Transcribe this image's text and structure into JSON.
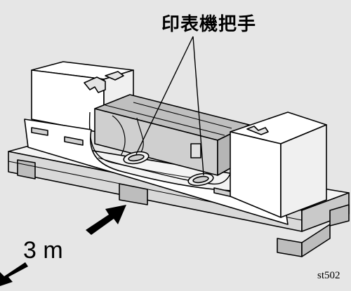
{
  "callout": {
    "handle_label": "印表機把手"
  },
  "distance": {
    "label": "3 m"
  },
  "figure": {
    "id": "st502"
  },
  "colors": {
    "background": "#e6e6e6",
    "pallet": "#d9d9d9",
    "foam_block": "#ffffff",
    "printer_body": "#c8c8c8",
    "outline": "#000000"
  },
  "icons": [
    "arrow-left-down-icon",
    "arrow-right-up-icon"
  ]
}
